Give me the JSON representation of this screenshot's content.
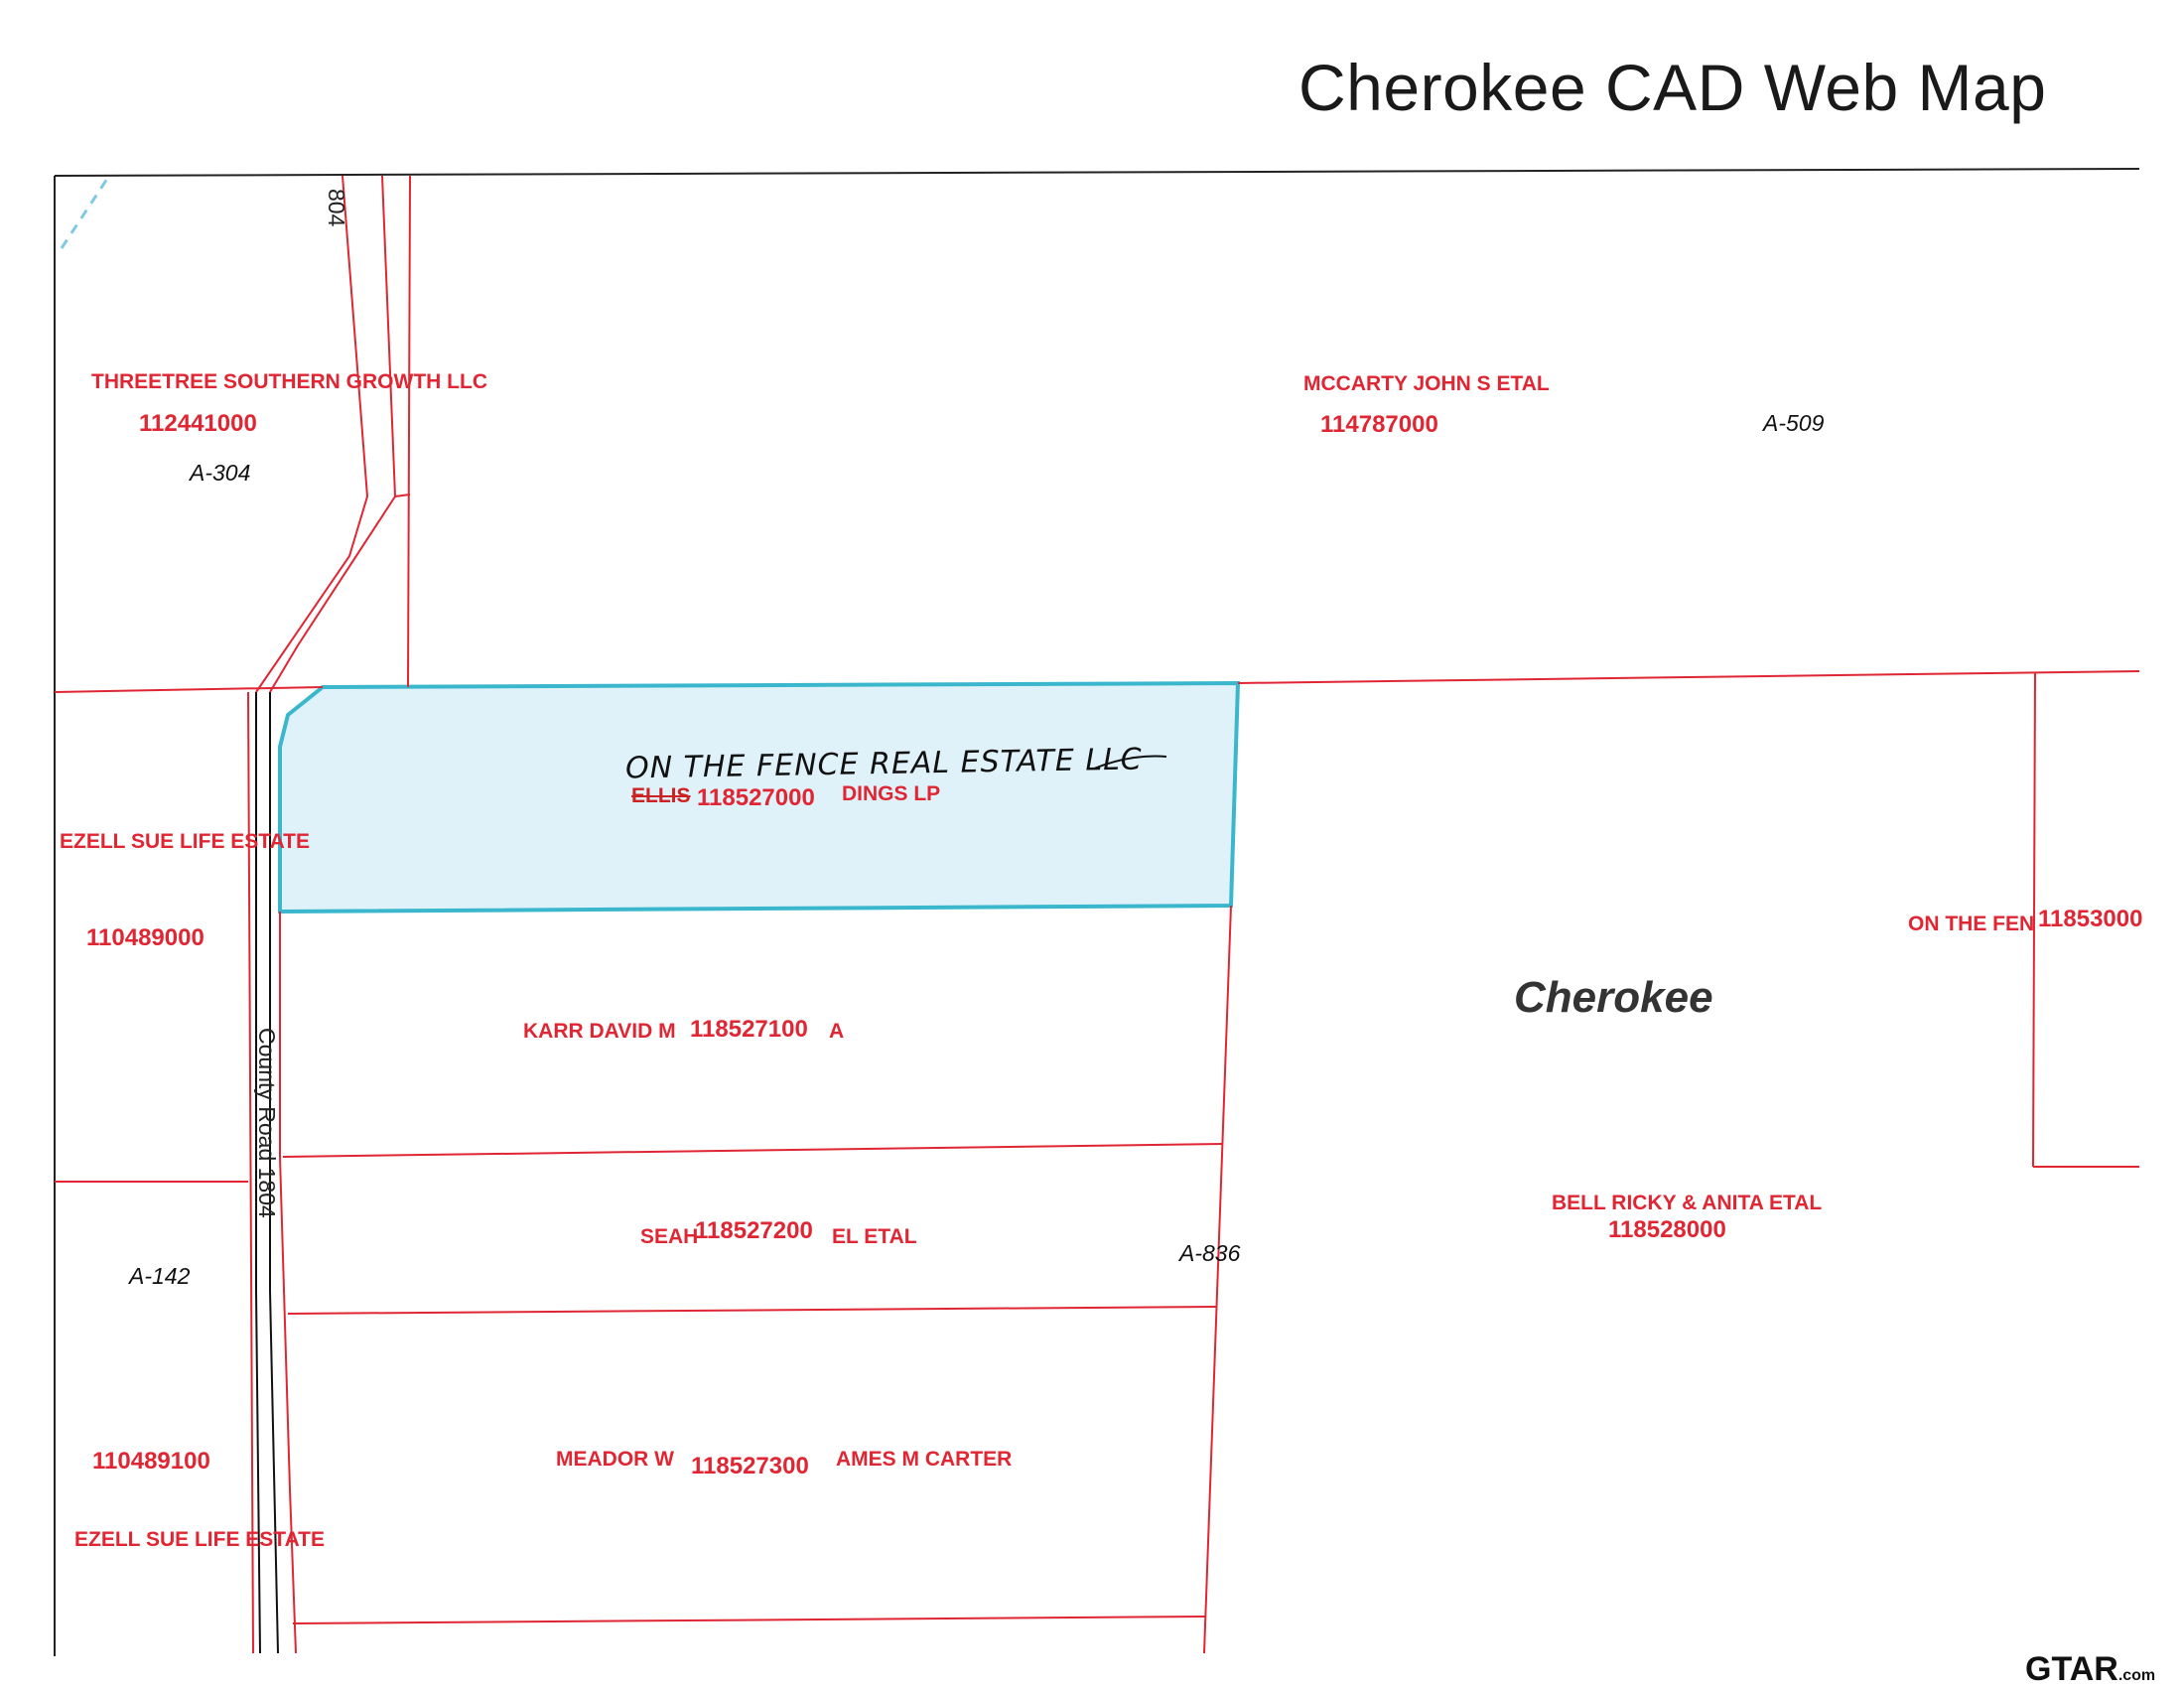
{
  "title": "Cherokee CAD Web Map",
  "county_label": "Cherokee",
  "road_label": "County Road 1804",
  "road_label_top": "804",
  "handwritten_note": "ON THE FENCE REAL ESTATE LLC",
  "struck_owner_prefix": "ELLIS",
  "colors": {
    "parcel_line": "#e02633",
    "highlight_fill": "#dff1f9",
    "highlight_stroke": "#3ab7cc",
    "road_line": "#111111"
  },
  "parcels": [
    {
      "owner": "THREETREE SOUTHERN GROWTH LLC",
      "id": "112441000"
    },
    {
      "owner": "MCCARTY JOHN S ETAL",
      "id": "114787000"
    },
    {
      "owner": "DINGS LP",
      "id": "118527000"
    },
    {
      "owner": "EZELL SUE LIFE ESTATE",
      "id": "110489000"
    },
    {
      "owner": "KARR DAVID M",
      "owner_suffix": "A",
      "id": "118527100"
    },
    {
      "owner": "SEAH",
      "owner_suffix": "EL ETAL",
      "id": "118527200"
    },
    {
      "owner": "MEADOR W",
      "owner_suffix": "AMES M CARTER",
      "id": "118527300"
    },
    {
      "owner": "EZELL SUE LIFE ESTATE",
      "id": "110489100"
    },
    {
      "owner": "BELL RICKY & ANITA ETAL",
      "id": "118528000"
    },
    {
      "owner": "ON THE FEN",
      "id": "11853000"
    }
  ],
  "abstracts": [
    "A-304",
    "A-509",
    "A-142",
    "A-836"
  ],
  "logo": {
    "main": "GTAR",
    "suffix": ".com"
  }
}
